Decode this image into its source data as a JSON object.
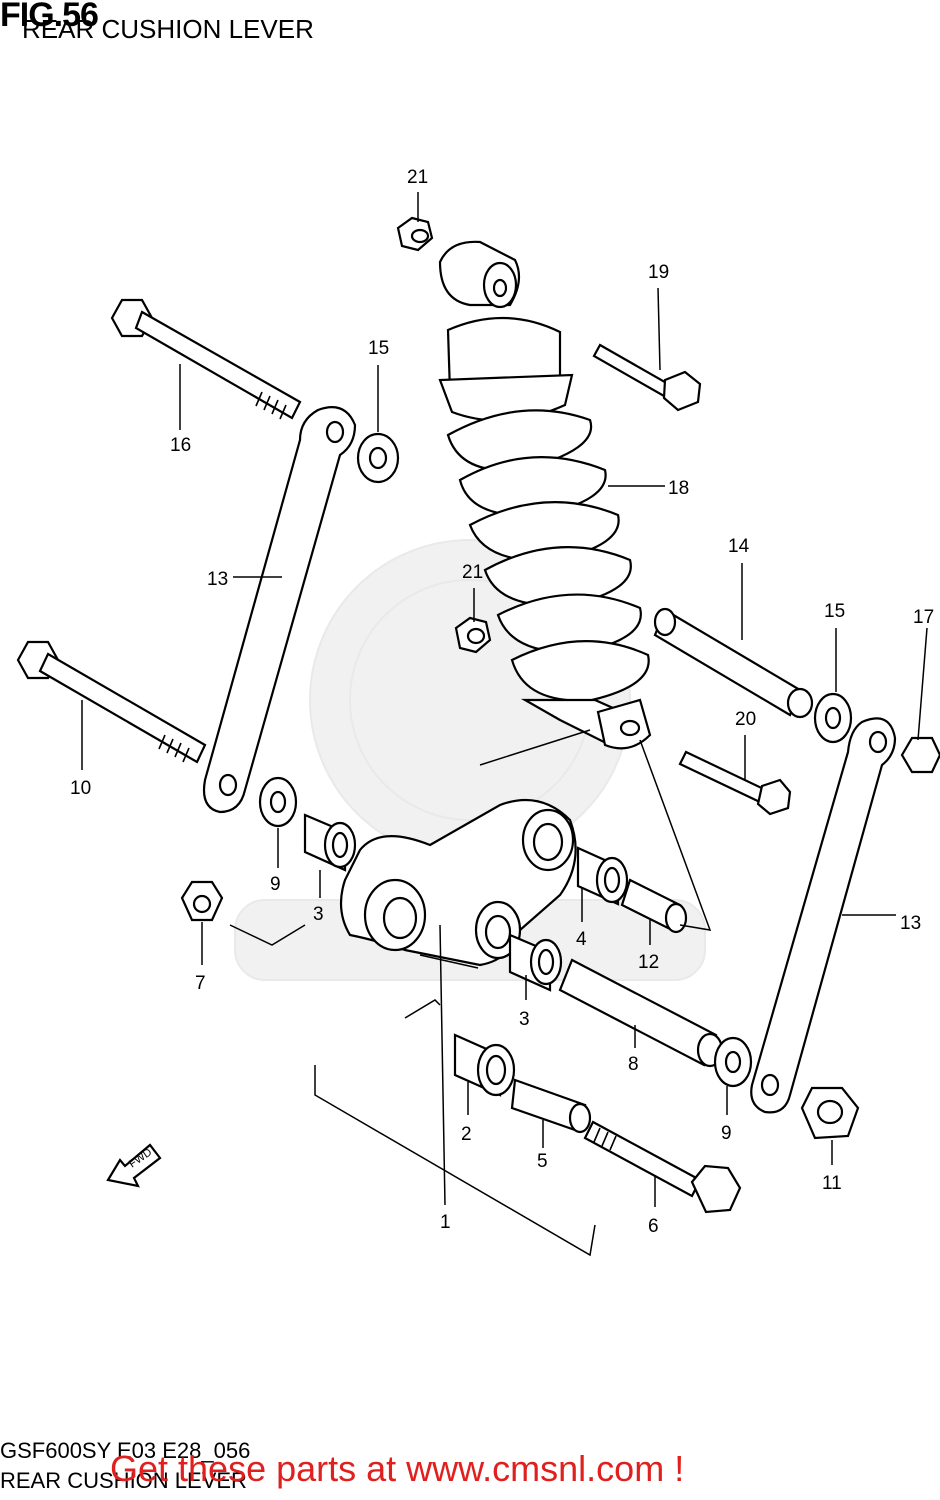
{
  "header": {
    "fig_number": "FIG.56",
    "title": "REAR CUSHION LEVER"
  },
  "footer": {
    "model_code": "GSF600SY E03 E28_056",
    "title": "REAR CUSHION LEVER",
    "cta_text": "Get these parts at www.cmsnl.com !"
  },
  "direction_marker": {
    "label": "FWD",
    "icon": "arrow-left-icon"
  },
  "callouts": [
    {
      "id": "c21a",
      "text": "21"
    },
    {
      "id": "c19",
      "text": "19"
    },
    {
      "id": "c15a",
      "text": "15"
    },
    {
      "id": "c16",
      "text": "16"
    },
    {
      "id": "c18",
      "text": "18"
    },
    {
      "id": "c14",
      "text": "14"
    },
    {
      "id": "c13a",
      "text": "13"
    },
    {
      "id": "c21b",
      "text": "21"
    },
    {
      "id": "c15b",
      "text": "15"
    },
    {
      "id": "c17",
      "text": "17"
    },
    {
      "id": "c10",
      "text": "10"
    },
    {
      "id": "c20",
      "text": "20"
    },
    {
      "id": "c9a",
      "text": "9"
    },
    {
      "id": "c3a",
      "text": "3"
    },
    {
      "id": "c4",
      "text": "4"
    },
    {
      "id": "c12",
      "text": "12"
    },
    {
      "id": "c13b",
      "text": "13"
    },
    {
      "id": "c7",
      "text": "7"
    },
    {
      "id": "c3b",
      "text": "3"
    },
    {
      "id": "c8",
      "text": "8"
    },
    {
      "id": "c2",
      "text": "2"
    },
    {
      "id": "c9b",
      "text": "9"
    },
    {
      "id": "c5",
      "text": "5"
    },
    {
      "id": "c11",
      "text": "11"
    },
    {
      "id": "c1",
      "text": "1"
    },
    {
      "id": "c6",
      "text": "6"
    }
  ]
}
